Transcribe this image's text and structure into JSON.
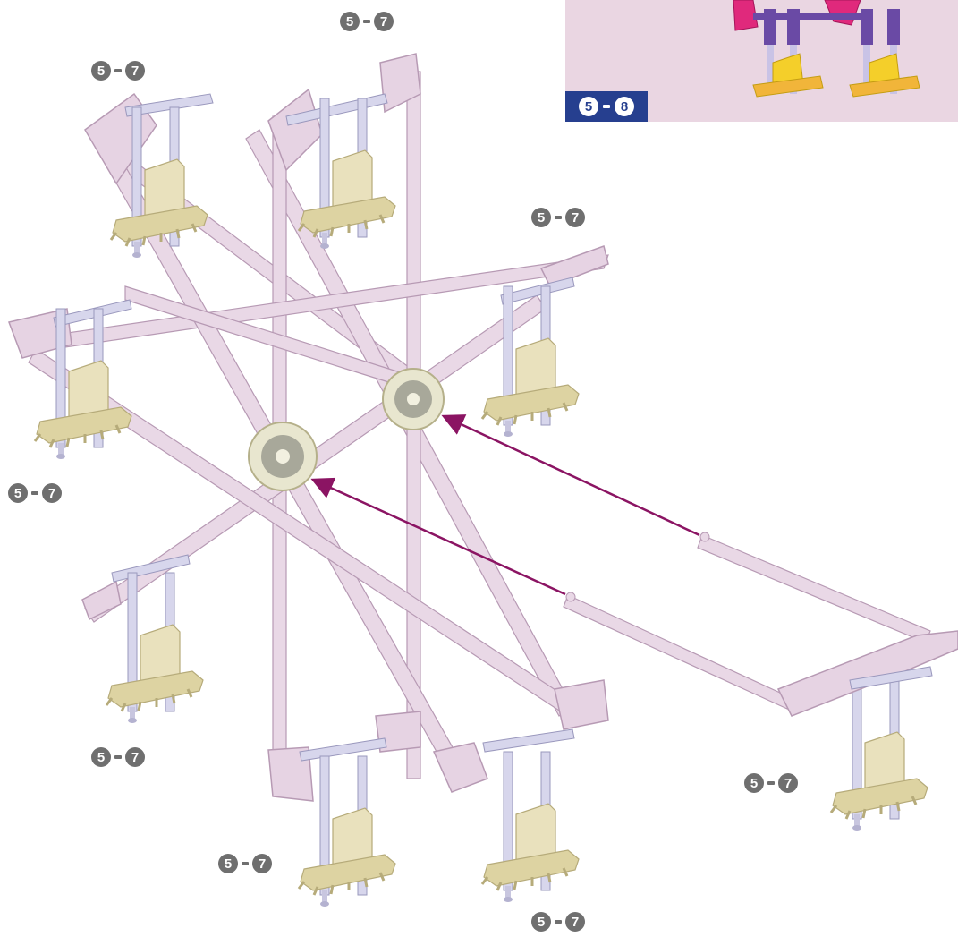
{
  "inset": {
    "badge": {
      "step_major": "5",
      "step_minor": "8"
    }
  },
  "step_labels": [
    {
      "id": "top-center",
      "major": "5",
      "minor": "7"
    },
    {
      "id": "top-left",
      "major": "5",
      "minor": "7"
    },
    {
      "id": "right-upper",
      "major": "5",
      "minor": "7"
    },
    {
      "id": "left-middle",
      "major": "5",
      "minor": "7"
    },
    {
      "id": "lower-left",
      "major": "5",
      "minor": "7"
    },
    {
      "id": "right-lower",
      "major": "5",
      "minor": "7"
    },
    {
      "id": "bottom-center",
      "major": "5",
      "minor": "7"
    },
    {
      "id": "bottom-right",
      "major": "5",
      "minor": "7"
    }
  ],
  "colors": {
    "frame": "#e9d8e6",
    "frame_edge": "#b79ab4",
    "axle": "#d7d6ec",
    "seat": "#e9e1bd",
    "seat_edge": "#b6ab7a",
    "arrow": "#8b1463",
    "inset_bg": "#ead6e2",
    "inset_badge": "#263f8f",
    "inset_pink": "#e0297c",
    "inset_purple": "#6a4aa5",
    "inset_yellow": "#f4cf2a"
  }
}
